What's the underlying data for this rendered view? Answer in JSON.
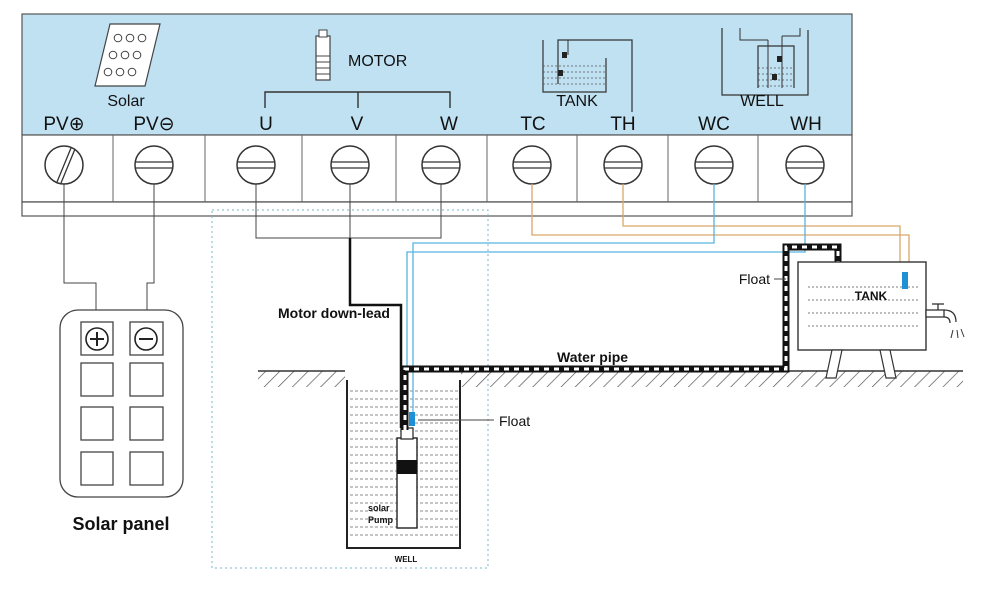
{
  "header": {
    "solar_label": "Solar",
    "motor_label": "MOTOR",
    "tank_label": "TANK",
    "well_label": "WELL"
  },
  "terminals": [
    {
      "id": "pv-plus",
      "label": "PV⊕"
    },
    {
      "id": "pv-minus",
      "label": "PV⊖"
    },
    {
      "id": "u",
      "label": "U"
    },
    {
      "id": "v",
      "label": "V"
    },
    {
      "id": "w",
      "label": "W"
    },
    {
      "id": "tc",
      "label": "TC"
    },
    {
      "id": "th",
      "label": "TH"
    },
    {
      "id": "wc",
      "label": "WC"
    },
    {
      "id": "wh",
      "label": "WH"
    }
  ],
  "labels": {
    "motor_down_lead": "Motor down-lead",
    "water_pipe": "Water pipe",
    "float_tank": "Float",
    "float_well": "Float",
    "tank_in_scene": "TANK",
    "well_in_scene": "WELL",
    "pump_line1": "solar",
    "pump_line2": "Pump",
    "solar_panel": "Solar panel"
  },
  "colors": {
    "panel_fill": "#bfe1f2",
    "tc_th_wire": "#d9a86a",
    "wc_wh_wire": "#56b4e0",
    "float_blue": "#1f8fd6",
    "ground_line": "#333333"
  },
  "icons": {
    "solar": "solar-panel-icon",
    "motor": "motor-icon",
    "tank": "tank-level-icon",
    "well": "well-level-icon"
  }
}
